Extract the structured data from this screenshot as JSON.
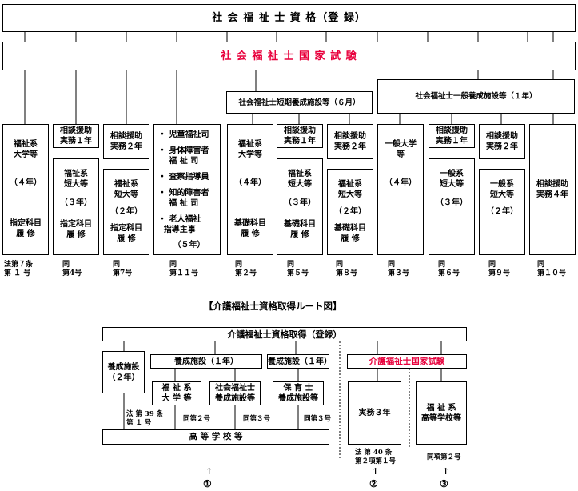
{
  "top": {
    "title": "社 会 福 祉 士 資 格（登 録）",
    "exam": "社 会 福 祉 士 国 家 試 験",
    "short_facility": "社会福祉士短期養成施設等（６月）",
    "general_facility": "社会福祉士一般養成施設等（１年）",
    "col1": {
      "title": "福祉系\n大学等",
      "years": "（４年）",
      "foot": "指定科目\n履 修",
      "ref": "法第７条\n第 １ 号"
    },
    "col2": {
      "top": "相談援助\n実務１年",
      "title": "福祉系\n短大等",
      "years": "（３年）",
      "foot": "指定科目\n履 修",
      "ref": "同\n第4号"
    },
    "col3": {
      "top": "相談援助\n実務２年",
      "title": "福祉系\n短大等",
      "years": "（２年）",
      "foot": "指定科目\n履 修",
      "ref": "同\n第7号"
    },
    "col4": {
      "items": [
        "・ 児童福祉司",
        "・ 身体障害者\n福 祉 司",
        "・ 査察指導員",
        "・ 知的障害者\n福 祉 司",
        "・ 老人福祉\n指導主事"
      ],
      "years": "（５年）",
      "ref": "同\n第１１号"
    },
    "col5": {
      "title": "福祉系\n大学等",
      "years": "（４年）",
      "foot": "基礎科目\n履 修",
      "ref": "同\n第２号"
    },
    "col6": {
      "top": "相談援助\n実務１年",
      "title": "福祉系\n短大等",
      "years": "（３年）",
      "foot": "基礎科目\n履 修",
      "ref": "同\n第５号"
    },
    "col7": {
      "top": "相談援助\n実務２年",
      "title": "福祉系\n短大等",
      "years": "（２年）",
      "foot": "基礎科目\n履 修",
      "ref": "同\n第８号"
    },
    "col8": {
      "title": "一般大学\n等",
      "years": "（４年）",
      "ref": "同\n第３号"
    },
    "col9": {
      "top": "相談援助\n実務１年",
      "title": "一般系\n短大等",
      "years": "（３年）",
      "ref": "同\n第６号"
    },
    "col10": {
      "top": "相談援助\n実務２年",
      "title": "一般系\n短大等",
      "years": "（２年）",
      "ref": "同\n第９号"
    },
    "col11": {
      "title": "相談援助\n実務４年",
      "ref": "同\n第１０号"
    }
  },
  "caption": "【介護福祉士資格取得ルート図】",
  "care": {
    "title": "介護福祉士資格取得（登録）",
    "exam": "介護福祉士国家試験",
    "fac2": "養成施設\n（２年）",
    "fac1": "養成施設（１年）",
    "fac1b": "養成施設（１年）",
    "univ": "福 祉 系\n大 学 等",
    "social": "社会福祉士\n養成施設等",
    "nursery": "保 育 士\n養成施設等",
    "practice": "実務３年",
    "highschool_welfare": "福 祉 系\n高等学校等",
    "highschool": "高 等 学 校 等",
    "ref1": "法 第 39 条\n第 １ 号",
    "ref2": "同第２号",
    "ref3": "同第３号",
    "ref3b": "同第３号",
    "ref4": "法 第 40 条\n第２項第１号",
    "ref5": "同項第２号",
    "arrow": "↑",
    "mark1": "①",
    "mark2": "②",
    "mark3": "③"
  }
}
